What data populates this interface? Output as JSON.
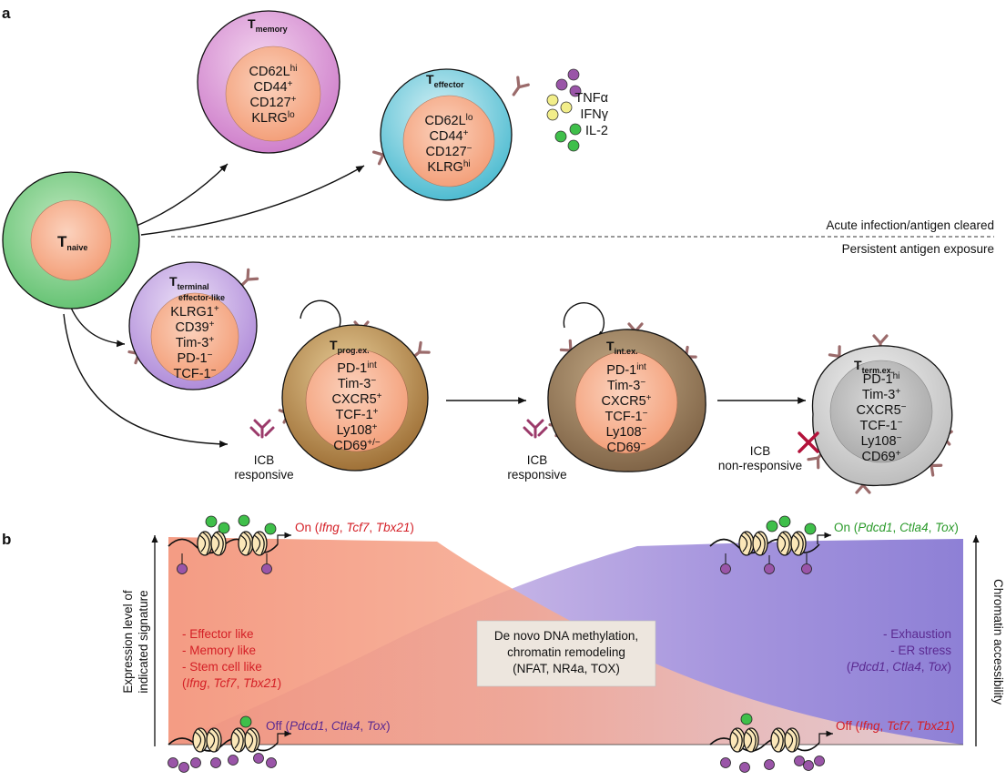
{
  "panels": {
    "a": "a",
    "b": "b"
  },
  "cells": {
    "naive": {
      "title": "T",
      "sub": "naive"
    },
    "memory": {
      "title": "T",
      "sub": "memory",
      "markers": [
        {
          "name": "CD62L",
          "sup": "hi"
        },
        {
          "name": "CD44",
          "sup": "+"
        },
        {
          "name": "CD127",
          "sup": "+"
        },
        {
          "name": "KLRG",
          "sup": "lo"
        }
      ]
    },
    "effector": {
      "title": "T",
      "sub": "effector",
      "markers": [
        {
          "name": "CD62L",
          "sup": "lo"
        },
        {
          "name": "CD44",
          "sup": "+"
        },
        {
          "name": "CD127",
          "sup": "−"
        },
        {
          "name": "KLRG",
          "sup": "hi"
        }
      ]
    },
    "terminal_effector": {
      "title": "T",
      "sub1": "terminal",
      "sub2": "effector-like",
      "markers": [
        {
          "name": "KLRG1",
          "sup": "+"
        },
        {
          "name": "CD39",
          "sup": "+"
        },
        {
          "name": "Tim-3",
          "sup": "+"
        },
        {
          "name": "PD-1",
          "sup": "−"
        },
        {
          "name": "TCF-1",
          "sup": "−"
        }
      ]
    },
    "prog_ex": {
      "title": "T",
      "sub": "prog.ex.",
      "markers": [
        {
          "name": "PD-1",
          "sup": "int"
        },
        {
          "name": "Tim-3",
          "sup": "−"
        },
        {
          "name": "CXCR5",
          "sup": "+"
        },
        {
          "name": "TCF-1",
          "sup": "+"
        },
        {
          "name": "Ly108",
          "sup": "+"
        },
        {
          "name": "CD69",
          "sup": "+/−"
        }
      ]
    },
    "int_ex": {
      "title": "T",
      "sub": "int.ex.",
      "markers": [
        {
          "name": "PD-1",
          "sup": "int"
        },
        {
          "name": "Tim-3",
          "sup": "−"
        },
        {
          "name": "CXCR5",
          "sup": "+"
        },
        {
          "name": "TCF-1",
          "sup": "−"
        },
        {
          "name": "Ly108",
          "sup": "−"
        },
        {
          "name": "CD69",
          "sup": "−"
        }
      ]
    },
    "term_ex": {
      "title": "T",
      "sub": "term.ex.",
      "markers": [
        {
          "name": "PD-1",
          "sup": "hi"
        },
        {
          "name": "Tim-3",
          "sup": "+"
        },
        {
          "name": "CXCR5",
          "sup": "−"
        },
        {
          "name": "TCF-1",
          "sup": "−"
        },
        {
          "name": "Ly108",
          "sup": "−"
        },
        {
          "name": "CD69",
          "sup": "+"
        }
      ]
    }
  },
  "cytokines": [
    "TNFα",
    "IFNγ",
    "IL-2"
  ],
  "divider": {
    "above": "Acute infection/antigen cleared",
    "below": "Persistent antigen exposure"
  },
  "icb": {
    "responsive_line1": "ICB",
    "responsive_line2": "responsive",
    "nonresponsive_line1": "ICB",
    "nonresponsive_line2": "non-responsive"
  },
  "panel_b": {
    "y_left": {
      "line1": "Expression level of",
      "line2": "indicated signature"
    },
    "y_right": "Chromatin accessibility",
    "on_left": {
      "prefix": "On (",
      "genes": [
        "Ifng",
        "Tcf7",
        "Tbx21"
      ],
      "suffix": ")"
    },
    "off_left": {
      "prefix": "Off (",
      "genes": [
        "Pdcd1",
        "Ctla4",
        "Tox"
      ],
      "suffix": ")"
    },
    "on_right": {
      "prefix": "On (",
      "genes": [
        "Pdcd1",
        "Ctla4",
        "Tox"
      ],
      "suffix": ")"
    },
    "off_right": {
      "prefix": "Off (",
      "genes": [
        "Ifng",
        "Tcf7",
        "Tbx21"
      ],
      "suffix": ")"
    },
    "left_list": [
      "- Effector like",
      "- Memory like",
      "- Stem cell like"
    ],
    "left_genes": {
      "prefix": "(",
      "genes": [
        "Ifng",
        "Tcf7",
        "Tbx21"
      ],
      "suffix": ")"
    },
    "right_list": [
      "- Exhaustion",
      "- ER stress"
    ],
    "right_genes": {
      "prefix": "(",
      "genes": [
        "Pdcd1",
        "Ctla4",
        "Tox"
      ],
      "suffix": ")"
    },
    "center_box": [
      "De novo DNA methylation,",
      "chromatin remodeling",
      "(NFAT, NR4a, TOX)"
    ]
  },
  "colors": {
    "naive_outer": "#6cc97a",
    "memory_outer": "#d48ad0",
    "effector_outer": "#5cc3d6",
    "terminal_outer": "#b693dc",
    "prog_outer": "#a97a3c",
    "int_outer": "#8e7352",
    "term_outer": "#c9c9c9",
    "nucleus": "#f4a27c",
    "red_text": "#d41f26",
    "purple_text": "#5b2a91",
    "green_text": "#2a9a2a",
    "receptor": "#9b6b6b"
  }
}
